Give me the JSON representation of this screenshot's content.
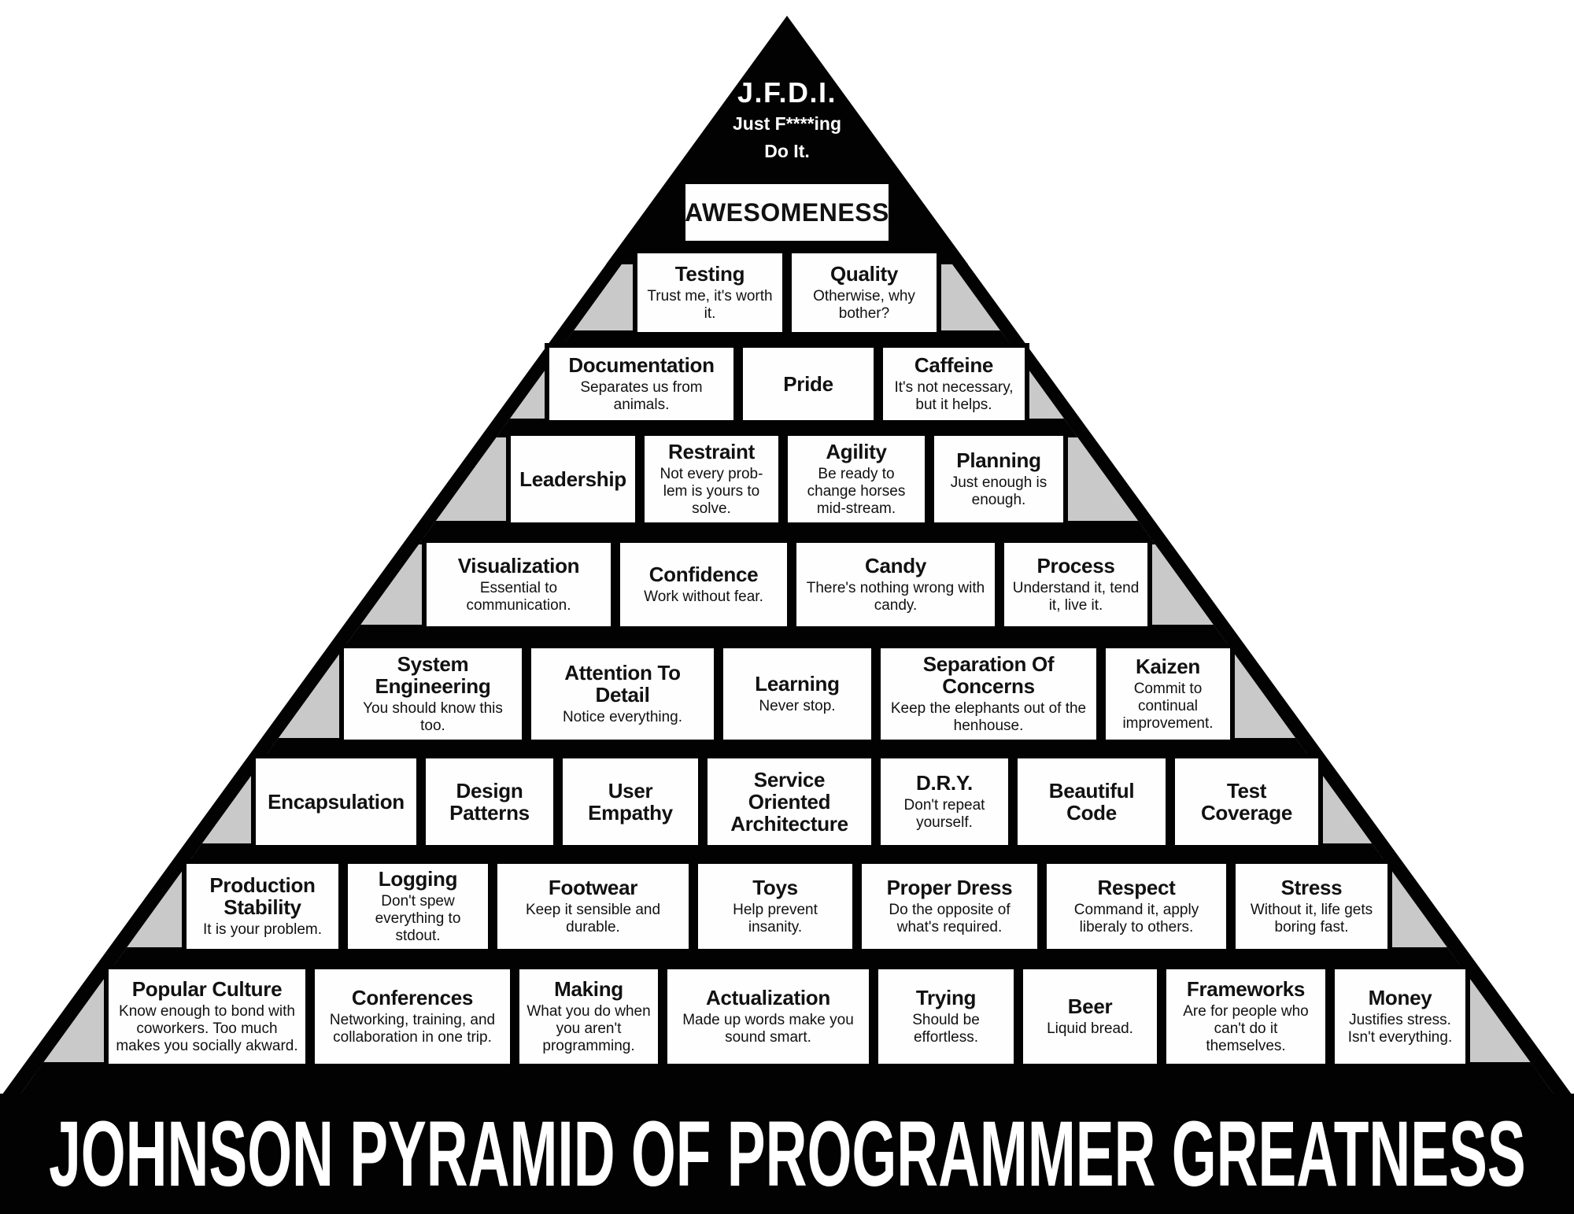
{
  "colors": {
    "black": "#020202",
    "gray": "#c9c9c9",
    "white": "#ffffff"
  },
  "apex": {
    "title": "J.F.D.I.",
    "subtitle_line1": "Just F****ing",
    "subtitle_line2": "Do It."
  },
  "banner": {
    "title": "JOHNSON PYRAMID OF PROGRAMMER GREATNESS"
  },
  "pyramid": {
    "rows": [
      {
        "boxes": [
          {
            "title": "AWESOMENESS",
            "subtitle": ""
          }
        ]
      },
      {
        "boxes": [
          {
            "title": "Testing",
            "subtitle": "Trust me, it's worth it."
          },
          {
            "title": "Quality",
            "subtitle": "Otherwise, why bother?"
          }
        ]
      },
      {
        "boxes": [
          {
            "title": "Documentation",
            "subtitle": "Separates us from animals."
          },
          {
            "title": "Pride",
            "subtitle": ""
          },
          {
            "title": "Caffeine",
            "subtitle": "It's not necessary, but it helps."
          }
        ]
      },
      {
        "boxes": [
          {
            "title": "Leadership",
            "subtitle": ""
          },
          {
            "title": "Restraint",
            "subtitle": "Not every prob-lem is yours to solve."
          },
          {
            "title": "Agility",
            "subtitle": "Be ready to change horses mid-stream."
          },
          {
            "title": "Planning",
            "subtitle": "Just enough is enough."
          }
        ]
      },
      {
        "boxes": [
          {
            "title": "Visualization",
            "subtitle": "Essential to communication."
          },
          {
            "title": "Confidence",
            "subtitle": "Work without fear."
          },
          {
            "title": "Candy",
            "subtitle": "There's nothing wrong with candy."
          },
          {
            "title": "Process",
            "subtitle": "Understand it, tend it, live it."
          }
        ]
      },
      {
        "boxes": [
          {
            "title": "System Engineering",
            "subtitle": "You should know this too."
          },
          {
            "title": "Attention To Detail",
            "subtitle": "Notice everything."
          },
          {
            "title": "Learning",
            "subtitle": "Never stop."
          },
          {
            "title": "Separation Of Concerns",
            "subtitle": "Keep the elephants out of the henhouse."
          },
          {
            "title": "Kaizen",
            "subtitle": "Commit to continual improvement."
          }
        ]
      },
      {
        "boxes": [
          {
            "title": "Encapsulation",
            "subtitle": ""
          },
          {
            "title": "Design Patterns",
            "subtitle": ""
          },
          {
            "title": "User Empathy",
            "subtitle": ""
          },
          {
            "title": "Service Oriented Architecture",
            "subtitle": ""
          },
          {
            "title": "D.R.Y.",
            "subtitle": "Don't repeat yourself."
          },
          {
            "title": "Beautiful Code",
            "subtitle": ""
          },
          {
            "title": "Test Coverage",
            "subtitle": ""
          }
        ]
      },
      {
        "boxes": [
          {
            "title": "Production Stability",
            "subtitle": "It is your problem."
          },
          {
            "title": "Logging",
            "subtitle": "Don't spew everything to stdout."
          },
          {
            "title": "Footwear",
            "subtitle": "Keep it sensible and durable."
          },
          {
            "title": "Toys",
            "subtitle": "Help prevent insanity."
          },
          {
            "title": "Proper Dress",
            "subtitle": "Do the opposite of what's required."
          },
          {
            "title": "Respect",
            "subtitle": "Command it, apply liberaly to others."
          },
          {
            "title": "Stress",
            "subtitle": "Without it, life gets boring fast."
          }
        ]
      },
      {
        "boxes": [
          {
            "title": "Popular Culture",
            "subtitle": "Know enough to bond with coworkers. Too much makes you socially akward."
          },
          {
            "title": "Conferences",
            "subtitle": "Networking, training, and collaboration in one trip."
          },
          {
            "title": "Making",
            "subtitle": "What you do when you aren't programming."
          },
          {
            "title": "Actualization",
            "subtitle": "Made up words make you sound smart."
          },
          {
            "title": "Trying",
            "subtitle": "Should be effortless."
          },
          {
            "title": "Beer",
            "subtitle": "Liquid bread."
          },
          {
            "title": "Frameworks",
            "subtitle": "Are for people who can't do it themselves."
          },
          {
            "title": "Money",
            "subtitle": "Justifies stress. Isn't everything."
          }
        ]
      }
    ]
  }
}
